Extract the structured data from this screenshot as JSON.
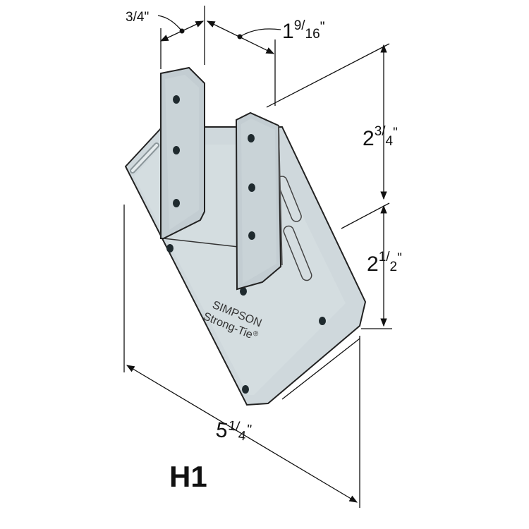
{
  "product_label": "H1",
  "brand": {
    "line1": "SIMPSON",
    "line2": "Strong-Tie",
    "mark": "®"
  },
  "dimensions": [
    {
      "id": "flange_width",
      "whole": "",
      "num": "3",
      "den": "4",
      "unit": "\""
    },
    {
      "id": "opening_width",
      "whole": "1",
      "num": "9",
      "den": "16",
      "unit": "\""
    },
    {
      "id": "upper_height",
      "whole": "2",
      "num": "3",
      "den": "4",
      "unit": "\""
    },
    {
      "id": "lower_height",
      "whole": "2",
      "num": "1",
      "den": "2",
      "unit": "\""
    },
    {
      "id": "overall_length",
      "whole": "5",
      "num": "1",
      "den": "4",
      "unit": "\""
    }
  ],
  "colors": {
    "steel": "#c9d3d7",
    "steel_dark": "#a9b5ba",
    "hole": "#1f2a2e",
    "line": "#222222"
  }
}
